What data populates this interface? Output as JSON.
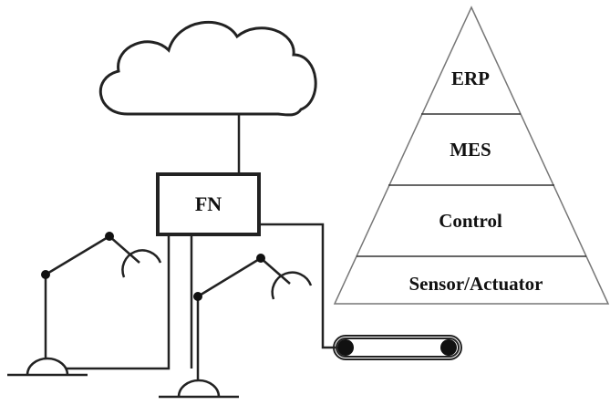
{
  "pyramid": {
    "levels": [
      {
        "label": "ERP"
      },
      {
        "label": "MES"
      },
      {
        "label": "Control"
      },
      {
        "label": "Sensor/Actuator"
      }
    ]
  },
  "fog_node": {
    "label": "FN"
  },
  "colors": {
    "line": "#222222",
    "background": "#ffffff",
    "text": "#111111"
  }
}
